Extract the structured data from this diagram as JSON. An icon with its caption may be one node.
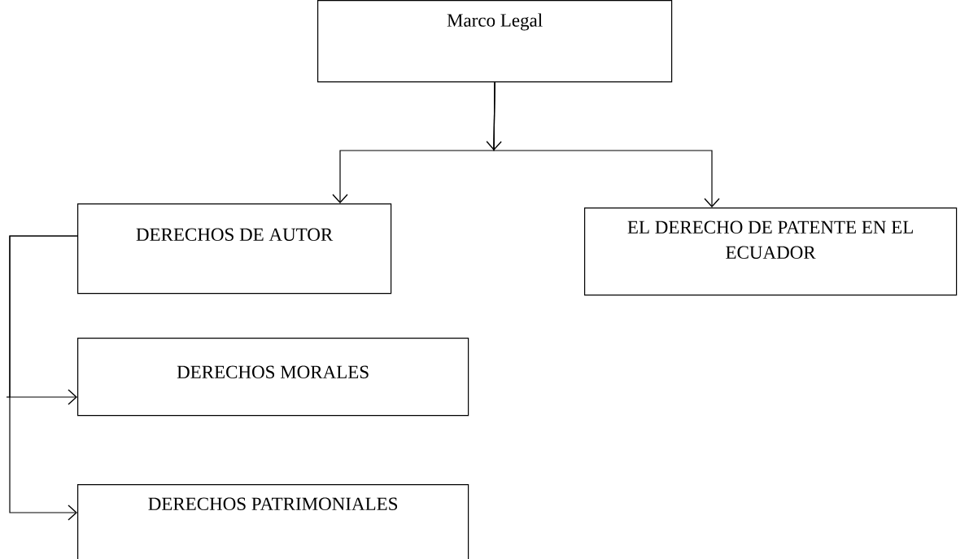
{
  "diagram": {
    "nodes": [
      {
        "text": [
          "Marco Legal"
        ]
      },
      {
        "text": [
          "DERECHOS DE AUTOR"
        ]
      },
      {
        "text": [
          "EL DERECHO DE PATENTE EN EL ECUADOR"
        ]
      },
      {
        "text": [
          "DERECHOS MORALES"
        ]
      },
      {
        "text": [
          "DERECHOS PATRIMONIALES"
        ]
      }
    ],
    "edges": [
      {
        "from": 0,
        "to": 1,
        "arrow": "to"
      },
      {
        "from": 0,
        "to": 2,
        "arrow": "to"
      },
      {
        "from": 1,
        "to": 3,
        "arrow": "to"
      },
      {
        "from": 1,
        "to": 4,
        "arrow": "to"
      }
    ]
  }
}
